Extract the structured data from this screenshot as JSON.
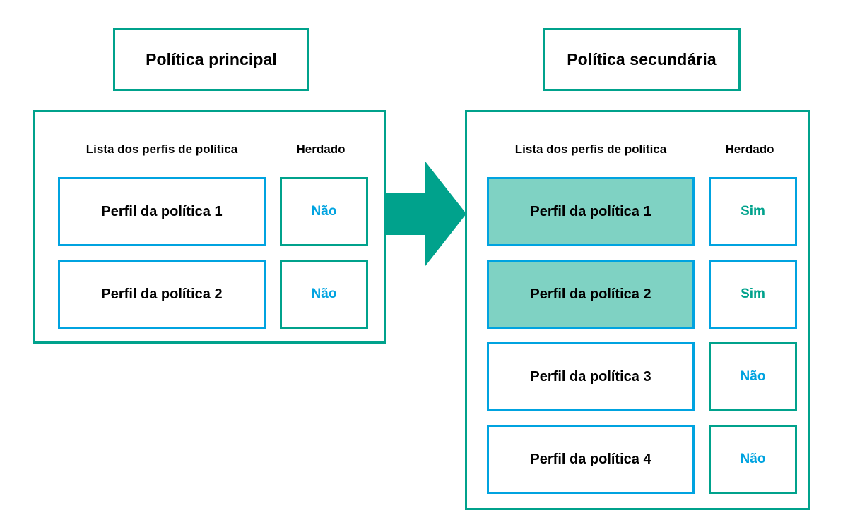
{
  "palette": {
    "teal": "#00a28c",
    "blue": "#00a3e0",
    "highlight": "#7fd2c3",
    "text": "#000000",
    "background": "#ffffff"
  },
  "left_panel": {
    "title": "Política principal",
    "headers": {
      "profiles": "Lista dos perfis de política",
      "inherited": "Herdado"
    },
    "rows": [
      {
        "profile": "Perfil da política 1",
        "inherited": "Não",
        "highlighted": false
      },
      {
        "profile": "Perfil da política 2",
        "inherited": "Não",
        "highlighted": false
      }
    ]
  },
  "right_panel": {
    "title": "Política secundária",
    "headers": {
      "profiles": "Lista dos perfis de política",
      "inherited": "Herdado"
    },
    "rows": [
      {
        "profile": "Perfil da política 1",
        "inherited": "Sim",
        "highlighted": true
      },
      {
        "profile": "Perfil da política 2",
        "inherited": "Sim",
        "highlighted": true
      },
      {
        "profile": "Perfil da política 3",
        "inherited": "Não",
        "highlighted": false
      },
      {
        "profile": "Perfil da política 4",
        "inherited": "Não",
        "highlighted": false
      }
    ]
  },
  "connector": {
    "icon": "right-arrow-icon",
    "direction": "right",
    "color": "#00a28c"
  }
}
